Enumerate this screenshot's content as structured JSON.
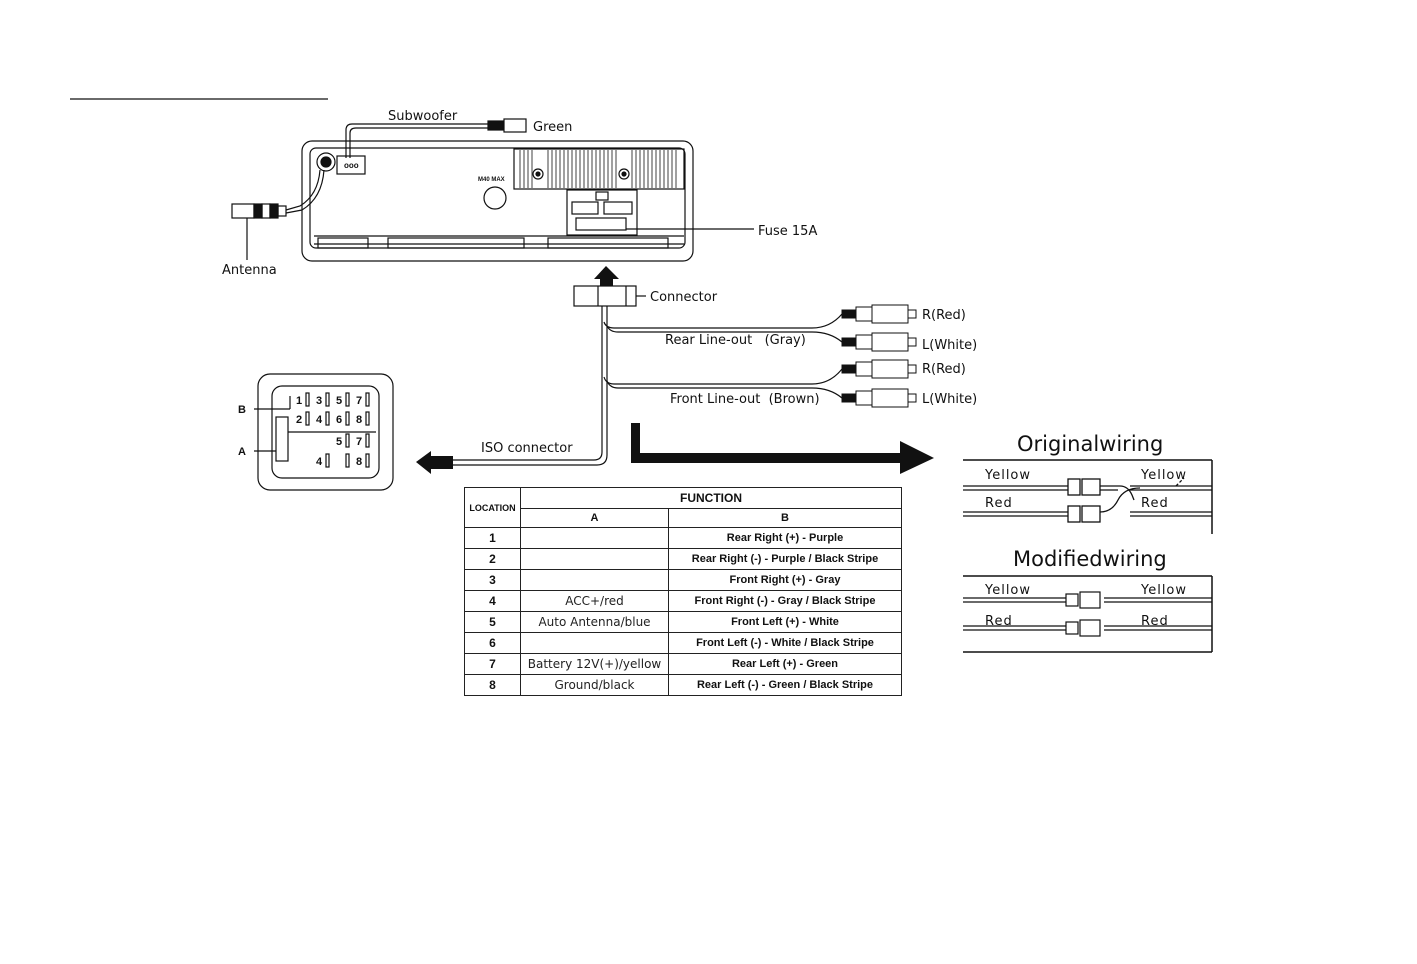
{
  "labels": {
    "subwoofer": "Subwoofer",
    "green": "Green",
    "antenna": "Antenna",
    "fuse": "Fuse 15A",
    "connector": "Connector",
    "rear_lineout": "Rear Line-out   (Gray)",
    "front_lineout": "Front Line-out  (Brown)",
    "iso_connector": "ISO connector",
    "r_red": "R(Red)",
    "l_white": "L(White)",
    "unit_marking": "M40 MAX"
  },
  "iso_plug": {
    "label_b": "B",
    "label_a": "A",
    "pins_b_row1": [
      "1",
      "3",
      "5",
      "7"
    ],
    "pins_b_row2": [
      "2",
      "4",
      "6",
      "8"
    ],
    "pins_a_row1": [
      "5",
      "7"
    ],
    "pins_a_row2": [
      "4",
      "8"
    ]
  },
  "table": {
    "location_header": "LOCATION",
    "function_header": "FUNCTION",
    "col_a": "A",
    "col_b": "B",
    "rows": [
      {
        "loc": "1",
        "a": "",
        "b": "Rear Right (+) - Purple"
      },
      {
        "loc": "2",
        "a": "",
        "b": "Rear Right (-) - Purple / Black Stripe"
      },
      {
        "loc": "3",
        "a": "",
        "b": "Front Right (+) - Gray"
      },
      {
        "loc": "4",
        "a": "ACC+/red",
        "b": "Front Right (-) - Gray / Black Stripe"
      },
      {
        "loc": "5",
        "a": "Auto Antenna/blue",
        "b": "Front Left (+) - White"
      },
      {
        "loc": "6",
        "a": "",
        "b": "Front Left (-) - White / Black Stripe"
      },
      {
        "loc": "7",
        "a": "Battery 12V(+)/yellow",
        "b": "Rear Left (+) - Green"
      },
      {
        "loc": "8",
        "a": "Ground/black",
        "b": "Rear Left (-) - Green / Black Stripe"
      }
    ]
  },
  "wiring": {
    "original_title": "Originalwiring",
    "modified_title": "Modifiedwiring",
    "yellow": "Yellow",
    "red": "Red"
  }
}
